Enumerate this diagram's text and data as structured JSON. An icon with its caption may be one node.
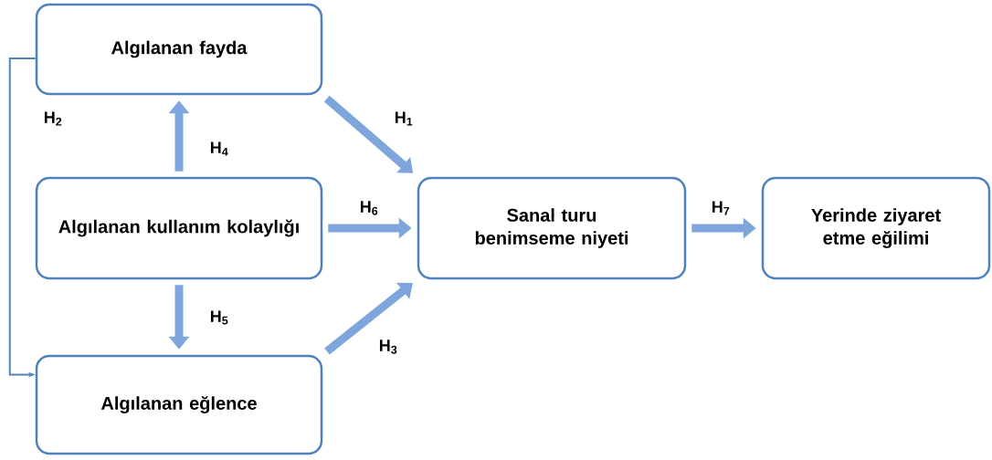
{
  "diagram": {
    "nodes": [
      {
        "text": [
          "Algılanan fayda"
        ]
      },
      {
        "text": [
          "Algılanan kullanım kolaylığı"
        ]
      },
      {
        "text": [
          "Algılanan eğlence"
        ]
      },
      {
        "text": [
          "Sanal turu benimseme niyeti"
        ]
      },
      {
        "text": [
          "Yerinde ziyaret etme eğilimi"
        ]
      }
    ],
    "edges": [
      {
        "from": 0,
        "to": 3,
        "arrow": "to",
        "label": "H$_{1}$"
      },
      {
        "from": 0,
        "to": 2,
        "arrow": "to",
        "label": "H$_{2}$"
      },
      {
        "from": 2,
        "to": 3,
        "arrow": "to",
        "label": "H$_{3}$"
      },
      {
        "from": 1,
        "to": 0,
        "arrow": "to",
        "label": "H$_{4}$"
      },
      {
        "from": 1,
        "to": 2,
        "arrow": "to",
        "label": "H$_{5}$"
      },
      {
        "from": 1,
        "to": 3,
        "arrow": "to",
        "label": "H$_{6}$"
      },
      {
        "from": 3,
        "to": 4,
        "arrow": "to",
        "label": "H$_{7}$"
      }
    ]
  }
}
